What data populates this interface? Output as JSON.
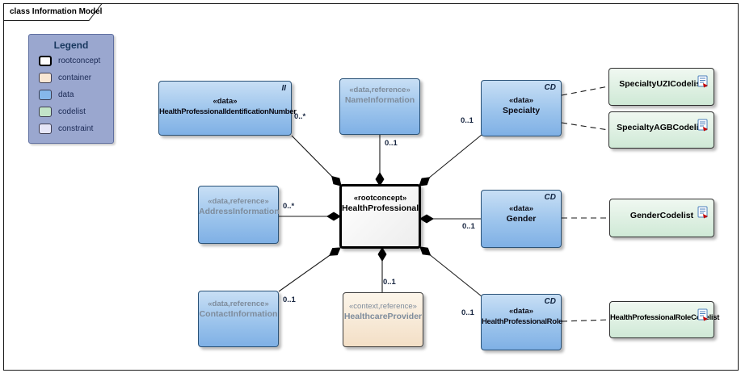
{
  "frame": {
    "title": "class Information Model"
  },
  "legend": {
    "title": "Legend",
    "items": [
      {
        "label": "rootconcept",
        "color": "#FFFFFF"
      },
      {
        "label": "container",
        "color": "#F9E7D4"
      },
      {
        "label": "data",
        "color": "#85B8EA"
      },
      {
        "label": "codelist",
        "color": "#C2E4C8"
      },
      {
        "label": "constraint",
        "color": "#E6E6F7"
      }
    ]
  },
  "colors": {
    "data_fill": "#8FBCE9",
    "data_border": "#2A5277",
    "container_fill": "#F3DFC6",
    "codelist_fill": "#CFE9D6",
    "rootconcept_fill": "#FFFFFF",
    "legend_bg": "#9AA7CF",
    "line": "#1a1a1a"
  },
  "nodes": {
    "healthprofessional": {
      "stereotype": "«rootconcept»",
      "name": "HealthProfessional"
    },
    "hpin": {
      "stereotype": "«data»",
      "name": "HealthProfessionalIdentificationNumber",
      "corner": "II"
    },
    "nameinfo": {
      "stereotype": "«data,reference»",
      "name": "NameInformation"
    },
    "specialty": {
      "stereotype": "«data»",
      "name": "Specialty",
      "corner": "CD"
    },
    "address": {
      "stereotype": "«data,reference»",
      "name": "AddressInformation"
    },
    "gender": {
      "stereotype": "«data»",
      "name": "Gender",
      "corner": "CD"
    },
    "contact": {
      "stereotype": "«data,reference»",
      "name": "ContactInformation"
    },
    "hcprovider": {
      "stereotype": "«context,reference»",
      "name": "HealthcareProvider"
    },
    "hprole": {
      "stereotype": "«data»",
      "name": "HealthProfessionalRole",
      "corner": "CD"
    },
    "uzicodelist": {
      "name": "SpecialtyUZICodelist"
    },
    "agbcodelist": {
      "name": "SpecialtyAGBCodelist"
    },
    "gendercodelist": {
      "name": "GenderCodelist"
    },
    "rolecodelist": {
      "name": "HealthProfessionalRoleCodelist"
    }
  },
  "multiplicities": {
    "hpin": "0..*",
    "nameinfo": "0..1",
    "specialty": "0..1",
    "address": "0..*",
    "gender": "0..1",
    "contact": "0..1",
    "hcprovider": "0..1",
    "hprole": "0..1"
  }
}
